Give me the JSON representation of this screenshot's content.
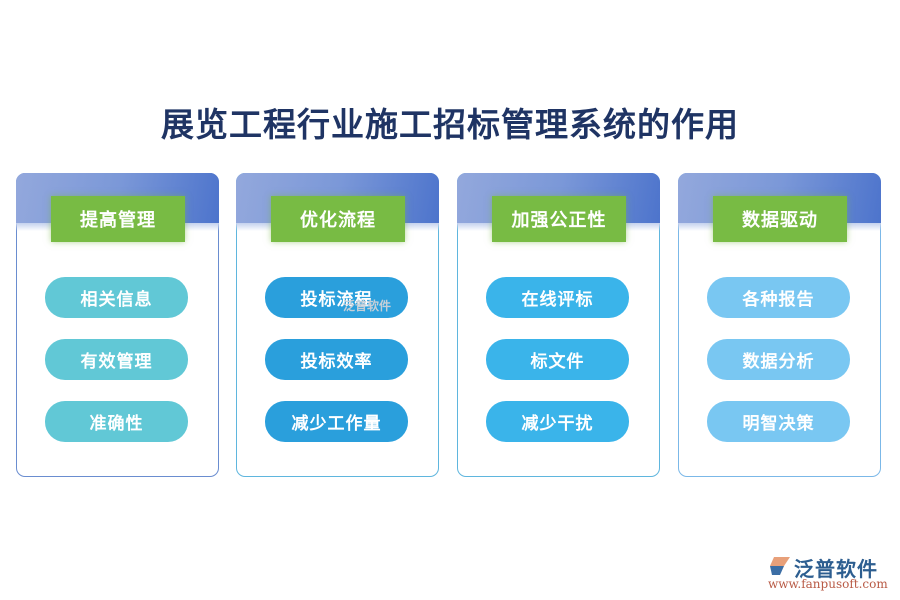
{
  "title": "展览工程行业施工招标管理系统的作用",
  "cards": [
    {
      "header": "提高管理",
      "items": [
        "相关信息",
        "有效管理",
        "准确性"
      ]
    },
    {
      "header": "优化流程",
      "items": [
        "投标流程",
        "投标效率",
        "减少工作量"
      ]
    },
    {
      "header": "加强公正性",
      "items": [
        "在线评标",
        "标文件",
        "减少干扰"
      ]
    },
    {
      "header": "数据驱动",
      "items": [
        "各种报告",
        "数据分析",
        "明智决策"
      ]
    }
  ],
  "watermark": "泛普软件",
  "logo": {
    "brand": "泛普软件",
    "url": "www.fanpusoft.com"
  },
  "colors": {
    "title": "#1f3464",
    "header_tag": "#78bb44",
    "header_gradient_start": "#93a8dc",
    "header_gradient_end": "#4d74cc",
    "pill_col1": "#61c8d6",
    "pill_col2": "#2a9fdc",
    "pill_col3": "#3ab4ea",
    "pill_col4": "#79c7f2"
  }
}
